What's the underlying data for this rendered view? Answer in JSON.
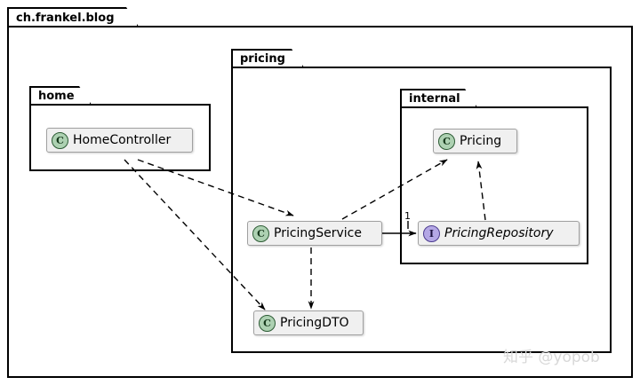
{
  "diagram": {
    "kind": "uml-package-diagram",
    "background": "#ffffff",
    "stroke": "#000000"
  },
  "packages": {
    "root": {
      "label": "ch.frankel.blog"
    },
    "home": {
      "label": "home"
    },
    "pricing": {
      "label": "pricing"
    },
    "internal": {
      "label": "internal"
    }
  },
  "nodes": {
    "home_controller": {
      "label": "HomeController",
      "stereotype": "C",
      "kind": "class"
    },
    "pricing_service": {
      "label": "PricingService",
      "stereotype": "C",
      "kind": "class"
    },
    "pricing_dto": {
      "label": "PricingDTO",
      "stereotype": "C",
      "kind": "class"
    },
    "pricing": {
      "label": "Pricing",
      "stereotype": "C",
      "kind": "class"
    },
    "pricing_repository": {
      "label": "PricingRepository",
      "stereotype": "I",
      "kind": "interface"
    }
  },
  "edges": {
    "home_to_service": {
      "from": "HomeController",
      "to": "PricingService",
      "style": "dashed",
      "arrow": "open"
    },
    "home_to_dto": {
      "from": "HomeController",
      "to": "PricingDTO",
      "style": "dashed",
      "arrow": "open"
    },
    "service_to_pricing": {
      "from": "PricingService",
      "to": "Pricing",
      "style": "dashed",
      "arrow": "open"
    },
    "service_to_dto": {
      "from": "PricingService",
      "to": "PricingDTO",
      "style": "dashed",
      "arrow": "open"
    },
    "service_to_repository": {
      "from": "PricingService",
      "to": "PricingRepository",
      "style": "solid",
      "arrow": "open",
      "multiplicity": "1"
    },
    "repository_to_pricing": {
      "from": "PricingRepository",
      "to": "Pricing",
      "style": "dashed",
      "arrow": "open"
    }
  },
  "colors": {
    "class_icon_fill": "#add1b2",
    "class_icon_stroke": "#2b5a33",
    "interface_icon_fill": "#b4a7e5",
    "interface_icon_stroke": "#4b3b8f",
    "node_fill": "#f0f0f0",
    "node_stroke": "#a0a0a0",
    "watermark": "#d8d8d8"
  },
  "watermark": {
    "text": "知乎 @yopob"
  }
}
